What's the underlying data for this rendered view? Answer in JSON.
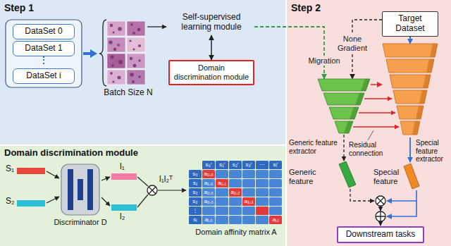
{
  "diagram": {
    "nodes": [
      {
        "text": [
          "Step 1"
        ]
      },
      {
        "text": [
          "DataSet 0"
        ],
        "in": 0
      },
      {
        "text": [
          "DataSet 1"
        ],
        "in": 0
      },
      {
        "text": [
          "DataSet i"
        ],
        "in": 0
      },
      {
        "text": [
          "Self-supervised learning module"
        ],
        "in": 0
      },
      {
        "text": [
          "Domain discrimination module"
        ],
        "in": 0
      },
      {
        "text": [
          "Step 2"
        ]
      },
      {
        "text": [
          "Target Dataset"
        ],
        "in": 6
      },
      {
        "text": [
          "Generic feature extractor"
        ],
        "in": 6
      },
      {
        "text": [
          "Special feature extractor"
        ],
        "in": 6
      },
      {
        "text": [
          "Downstream tasks"
        ],
        "in": 6
      },
      {
        "text": [
          "Domain discrimination module"
        ]
      },
      {
        "text": [
          "Discriminator D"
        ],
        "in": 11
      }
    ],
    "edges": [
      {
        "from": 4,
        "to": 5,
        "arrow": "both"
      },
      {
        "from": 4,
        "to": 8,
        "label": "Migration",
        "arrow": "to"
      },
      {
        "from": 7,
        "to": 8,
        "label": "None Gradient",
        "arrow": "to"
      },
      {
        "from": 7,
        "to": 9,
        "arrow": "to"
      },
      {
        "from": 8,
        "to": 9,
        "arrow": "to"
      }
    ],
    "labels": [
      "⋮",
      "Batch Size N",
      "Residual connection",
      "Generic feature",
      "Special feature",
      "S₁",
      "S₂",
      "l₁",
      "l₂",
      "l₁l₂ᵀ",
      "s₀′",
      "s₁′",
      "s₂′",
      "s₃′",
      "⋯",
      "sᵢ′",
      "s₀",
      "a₀,₀",
      "s₁",
      "a₁,₀",
      "a₁,₁",
      "s₂",
      "a₂,₀",
      "a₂,₂",
      "s₃",
      "a₃,₀",
      "a₃,₃",
      "⋮",
      "sᵢ",
      "aᵢ,₀",
      "aᵢ,ᵢ",
      "Domain affinity matrix A"
    ]
  }
}
